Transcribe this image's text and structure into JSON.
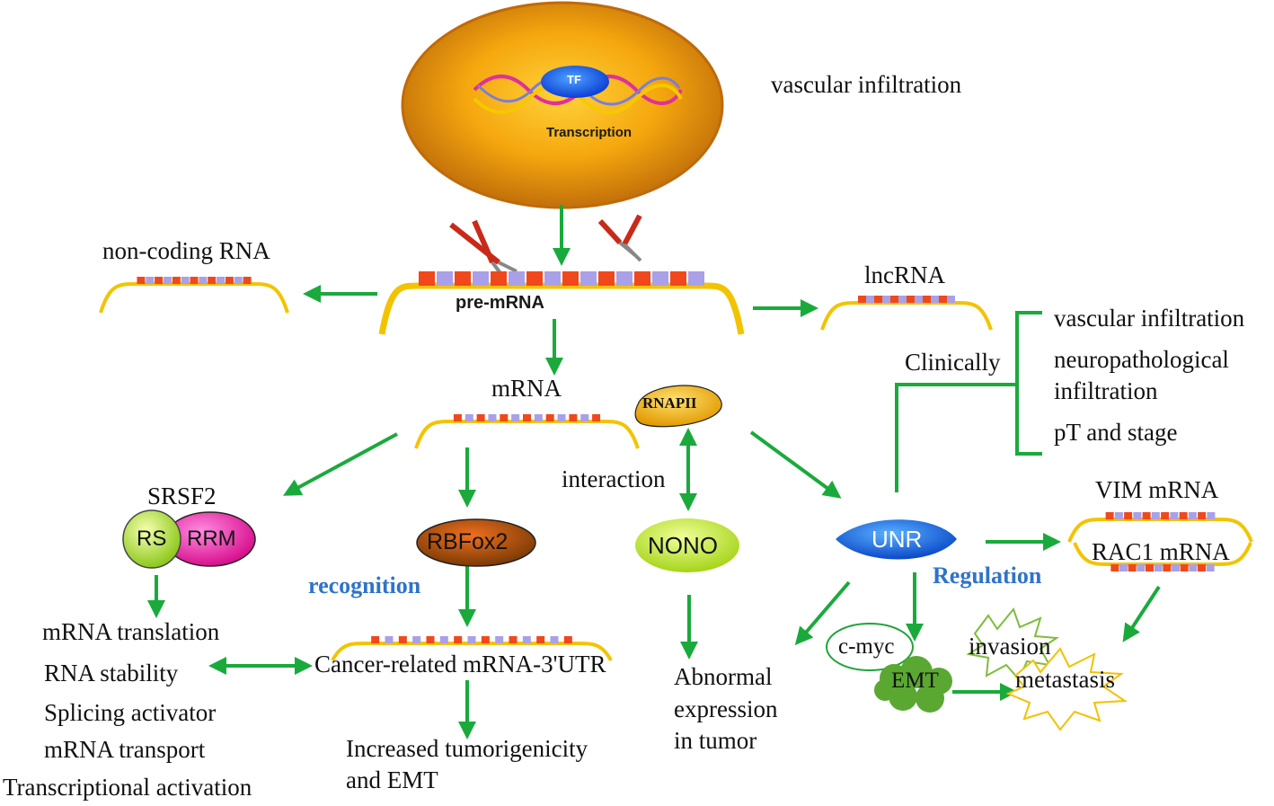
{
  "nucleus": {
    "tf_label": "TF",
    "transcription_label": "Transcription"
  },
  "top_right_label": "vascular infiltration",
  "pre_mrna": {
    "label": "pre-mRNA"
  },
  "noncoding": {
    "label": "non-coding RNA"
  },
  "lncrna": {
    "label": "lncRNA"
  },
  "mrna": {
    "label": "mRNA"
  },
  "rnapii": {
    "label": "RNAPII"
  },
  "clinically": {
    "label": "Clinically",
    "items": [
      "vascular infiltration",
      "neuropathological",
      "infiltration",
      "pT and stage"
    ]
  },
  "srsf2": {
    "title": "SRSF2",
    "rs": "RS",
    "rrm": "RRM"
  },
  "rbfox2": {
    "label": "RBFox2"
  },
  "nono": {
    "label": "NONO"
  },
  "unr": {
    "label": "UNR"
  },
  "interaction_label": "interaction",
  "recognition_label": "recognition",
  "regulation_label": "Regulation",
  "srsf2_functions": [
    "mRNA translation",
    "RNA stability",
    "Splicing activator",
    "mRNA transport",
    "Transcriptional activation"
  ],
  "cancer_mrna_label": "Cancer-related mRNA-3'UTR",
  "increased": [
    "Increased tumorigenicity",
    "and EMT"
  ],
  "abnormal": [
    "Abnormal",
    "expression",
    "in tumor"
  ],
  "vim_label": "VIM mRNA",
  "rac1_label": "RAC1 mRNA",
  "cmyc_label": "c-myc",
  "emt_label": "EMT",
  "invasion_label": "invasion",
  "metastasis_label": "metastasis",
  "colors": {
    "arrow": "#1aaa3c",
    "rna_strand": "#f2c400",
    "exon": "#f0481c",
    "intron": "#a9a0e8",
    "blue_text": "#2e74c9"
  }
}
